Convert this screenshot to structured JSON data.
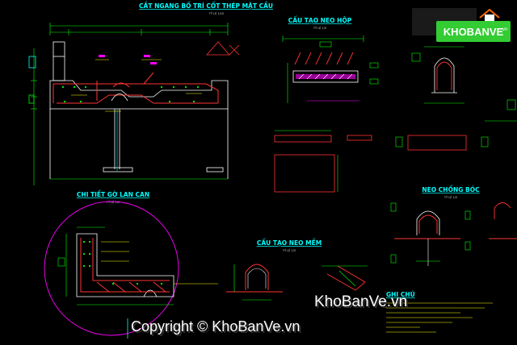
{
  "titles": {
    "main_section": "CẮT NGANG BỐ TRÍ CỐT THÉP MẶT CẦU",
    "main_section_scale": "TỶ LỆ 1/10",
    "anchor_box": "CẤU TẠO NEO HỘP",
    "anchor_box_scale": "TỶ LỆ 1/5",
    "railing_detail": "CHI TIẾT GỜ LAN CAN",
    "railing_detail_scale": "TỶ LỆ 1/5",
    "anti_slip_anchor": "NEO CHỐNG BÓC",
    "anti_slip_anchor_scale": "TỶ LỆ 1/5",
    "soft_anchor": "CẤU TẠO NEO MỀM",
    "soft_anchor_scale": "TỶ LỆ 1/5",
    "notes": "GHI CHÚ"
  },
  "logo": {
    "text": "KHOBANVE",
    "sub": "vn"
  },
  "watermarks": {
    "site": "KhoBanVe.vn",
    "copyright": "Copyright © KhoBanVe.vn"
  },
  "colors": {
    "background": "#000000",
    "title": "#00ffff",
    "rebar": "#ff3333",
    "concrete": "#ffffff",
    "dimension": "#00ff00",
    "detail_circle": "#ff00ff",
    "logo_bg": "#33cc33",
    "logo_text": "#ffffff"
  }
}
